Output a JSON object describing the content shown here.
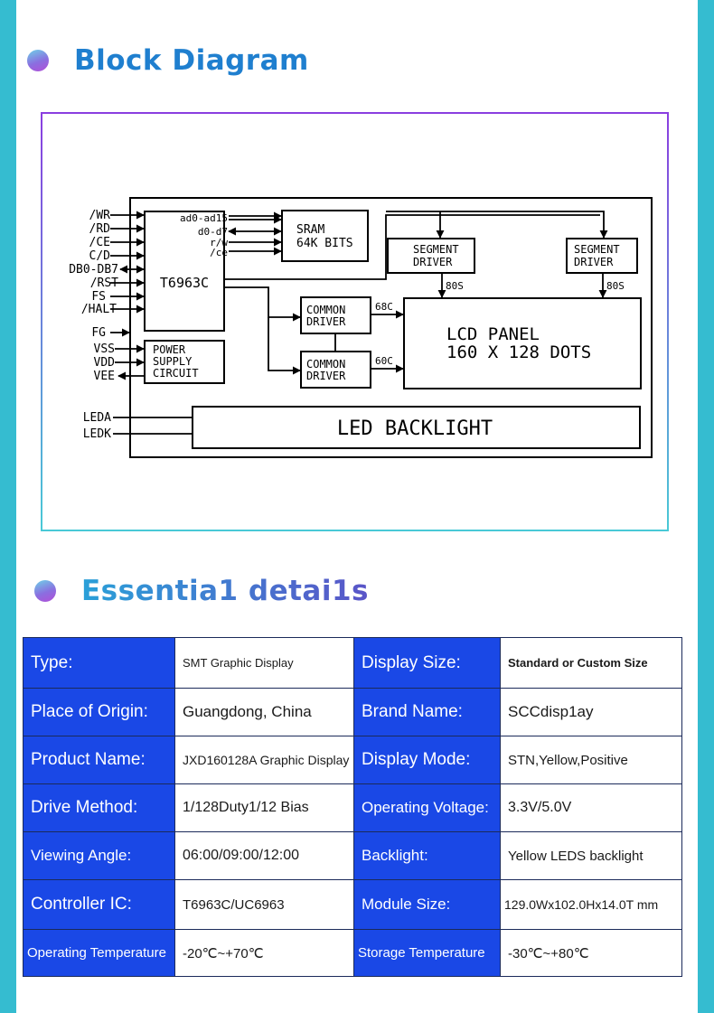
{
  "sections": {
    "block_title": "Block Diagram",
    "details_title": "Essentia1 detai1s"
  },
  "diagram": {
    "pins_left": [
      "/WR",
      "/RD",
      "/CE",
      "C/D",
      "DB0-DB7",
      "/RST",
      "FS",
      "/HALT"
    ],
    "pin_fg": "FG",
    "power_pins": [
      "VSS",
      "VDD",
      "VEE"
    ],
    "led_pins": [
      "LEDA",
      "LEDK"
    ],
    "controller": "T6963C",
    "bus_labels": [
      "ad0-ad15",
      "d0-d7",
      "r/w",
      "/ce"
    ],
    "sram": [
      "SRAM",
      "64K BITS"
    ],
    "power_block": [
      "POWER",
      "SUPPLY",
      "CIRCUIT"
    ],
    "segment_driver": [
      "SEGMENT",
      "DRIVER"
    ],
    "common_driver": [
      "COMMON",
      "DRIVER"
    ],
    "seg_out": "80S",
    "com_top_out": "68C",
    "com_bottom_out": "60C",
    "lcd_panel": [
      "LCD PANEL",
      "160 X 128 DOTS"
    ],
    "backlight": "LED BACKLIGHT"
  },
  "details": {
    "rows": [
      [
        {
          "label": "Type:",
          "value": "SMT  Graphic Display"
        },
        {
          "label": "Display Size:",
          "value": "Standard or Custom Size"
        }
      ],
      [
        {
          "label": "Place of  Origin:",
          "value": "Guangdong, China"
        },
        {
          "label": "Brand Name:",
          "value": "SCCdisp1ay"
        }
      ],
      [
        {
          "label": "Product Name:",
          "value": "JXD160128A Graphic Display"
        },
        {
          "label": "Display Mode:",
          "value": "STN,Yellow,Positive"
        }
      ],
      [
        {
          "label": "Drive Method:",
          "value": "1/128Duty1/12 Bias"
        },
        {
          "label": "Operating Voltage:",
          "value": "3.3V/5.0V"
        }
      ],
      [
        {
          "label": "Viewing Angle:",
          "value": "06:00/09:00/12:00"
        },
        {
          "label": "Backlight:",
          "value": "Yellow LEDS backlight"
        }
      ],
      [
        {
          "label": "Controller IC:",
          "value": "T6963C/UC6963"
        },
        {
          "label": "Module Size:",
          "value": "129.0Wx102.0Hx14.0T mm"
        }
      ],
      [
        {
          "label": "Operating Temperature",
          "value": "-20℃~+70℃"
        },
        {
          "label": "Storage  Temperature",
          "value": "-30℃~+80℃"
        }
      ]
    ]
  }
}
